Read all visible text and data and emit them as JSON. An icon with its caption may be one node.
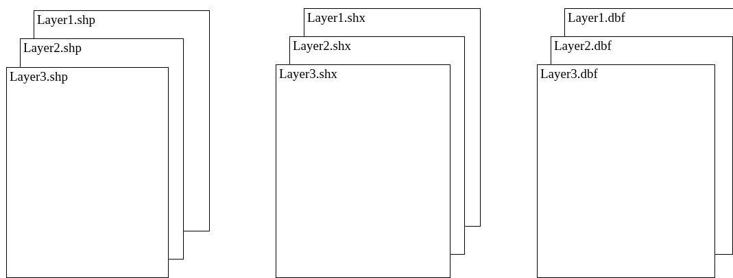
{
  "diagram": {
    "nodes": [
      {
        "text": [
          "Layer1.shp"
        ]
      },
      {
        "text": [
          "Layer2.shp"
        ]
      },
      {
        "text": [
          "Layer3.shp"
        ]
      },
      {
        "text": [
          "Layer1.shx"
        ]
      },
      {
        "text": [
          "Layer2.shx"
        ]
      },
      {
        "text": [
          "Layer3.shx"
        ]
      },
      {
        "text": [
          "Layer1.dbf"
        ]
      },
      {
        "text": [
          "Layer2.dbf"
        ]
      },
      {
        "text": [
          "Layer3.dbf"
        ]
      }
    ]
  }
}
